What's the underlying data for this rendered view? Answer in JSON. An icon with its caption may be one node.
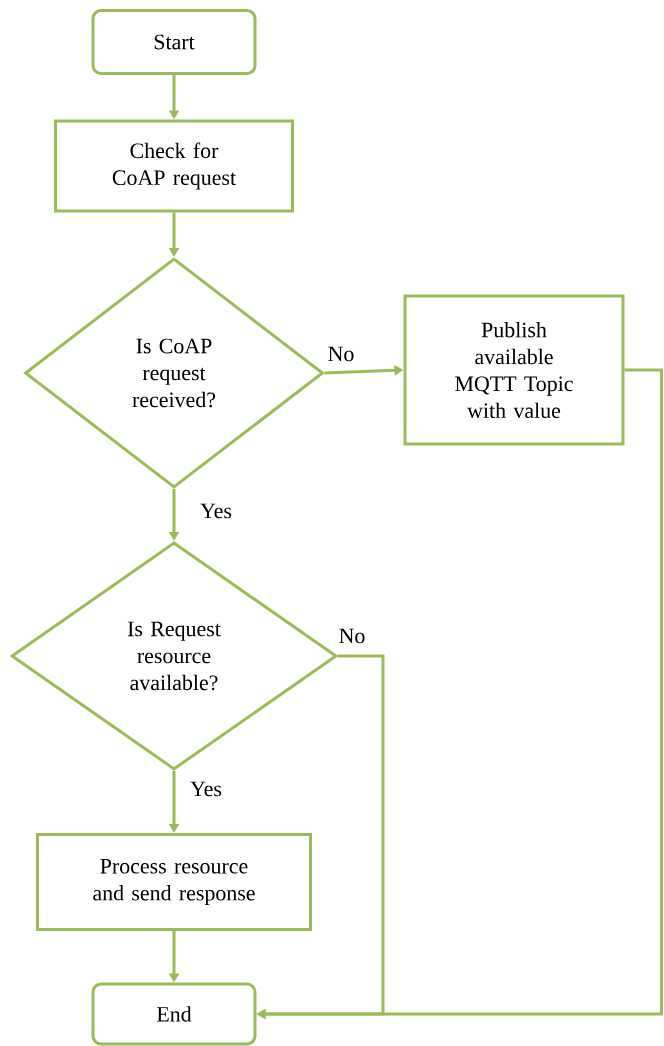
{
  "diagram": {
    "nodes": [
      {
        "text": [
          "Start"
        ]
      },
      {
        "text": [
          "Check for CoAP request"
        ]
      },
      {
        "text": [
          "Is CoAP request received?"
        ]
      },
      {
        "text": [
          "Publish available MQTT Topic with value"
        ]
      },
      {
        "text": [
          "Is Request resource available?"
        ]
      },
      {
        "text": [
          "Process resource and send response"
        ]
      },
      {
        "text": [
          "End"
        ]
      }
    ],
    "edges": [
      {
        "from": 0,
        "to": 1,
        "arrow": "to"
      },
      {
        "from": 1,
        "to": 2,
        "arrow": "to"
      },
      {
        "from": 2,
        "to": 3,
        "arrow": "to",
        "label": "No"
      },
      {
        "from": 2,
        "to": 4,
        "arrow": "to",
        "label": "Yes"
      },
      {
        "from": 4,
        "to": 5,
        "arrow": "to",
        "label": "Yes"
      },
      {
        "from": 5,
        "to": 6,
        "arrow": "to"
      },
      {
        "from": 4,
        "to": 6,
        "arrow": "to",
        "label": "No"
      },
      {
        "from": 3,
        "to": 6,
        "arrow": "to"
      }
    ]
  }
}
